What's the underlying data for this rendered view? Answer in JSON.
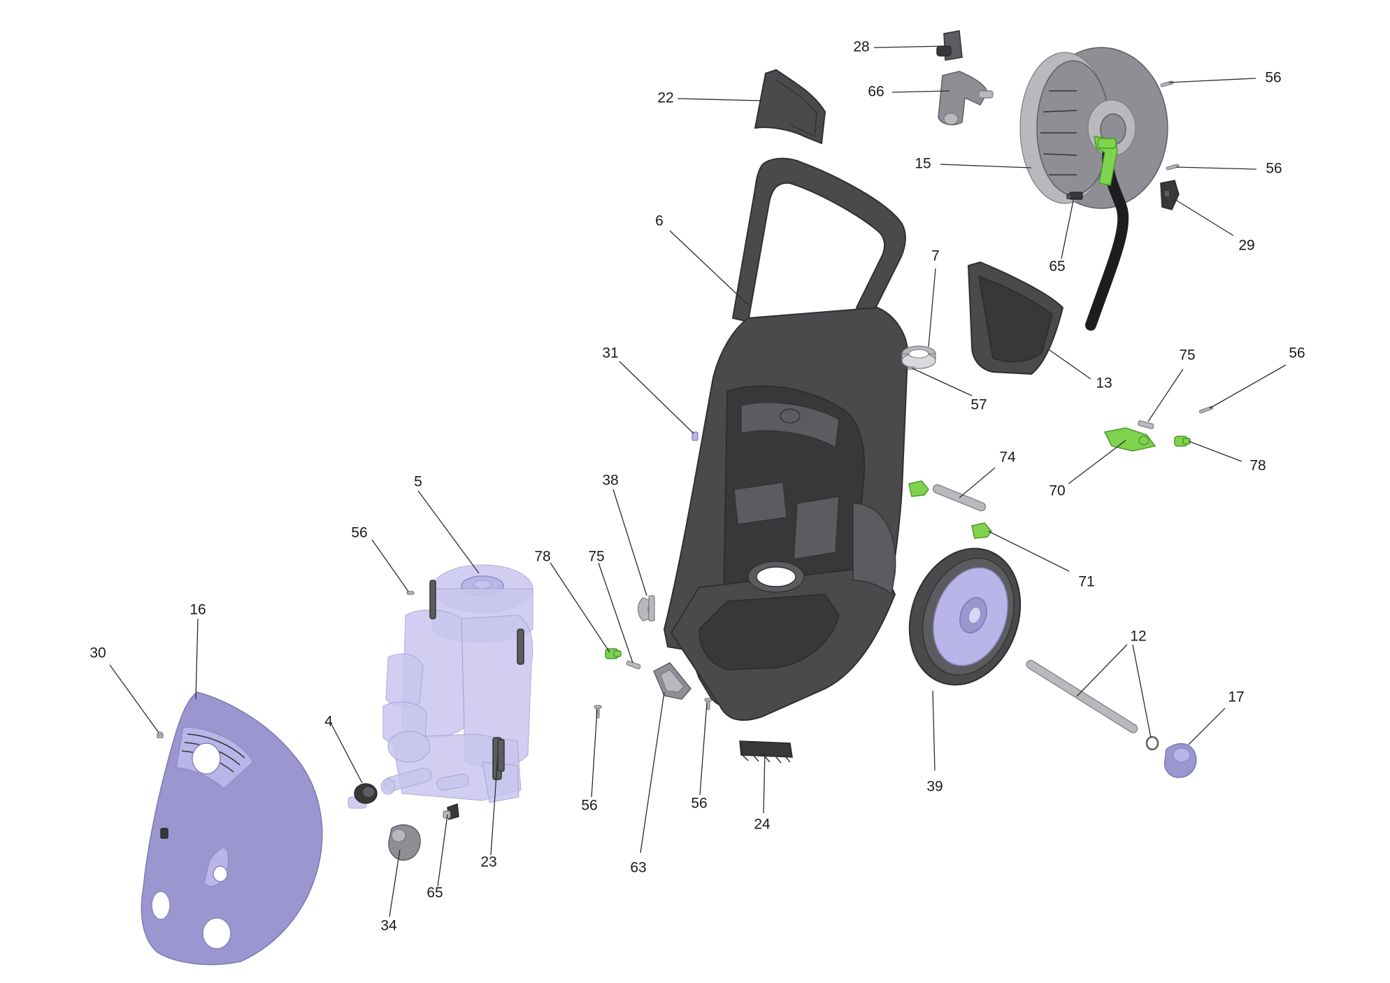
{
  "parts": [
    {
      "id": "p30",
      "label": "30"
    },
    {
      "id": "p16",
      "label": "16"
    },
    {
      "id": "p4",
      "label": "4"
    },
    {
      "id": "p34",
      "label": "34"
    },
    {
      "id": "p65a",
      "label": "65"
    },
    {
      "id": "p23",
      "label": "23"
    },
    {
      "id": "p56a",
      "label": "56"
    },
    {
      "id": "p5",
      "label": "5"
    },
    {
      "id": "p78a",
      "label": "78"
    },
    {
      "id": "p75a",
      "label": "75"
    },
    {
      "id": "p38",
      "label": "38"
    },
    {
      "id": "p56b",
      "label": "56"
    },
    {
      "id": "p63",
      "label": "63"
    },
    {
      "id": "p56c",
      "label": "56"
    },
    {
      "id": "p24",
      "label": "24"
    },
    {
      "id": "p31",
      "label": "31"
    },
    {
      "id": "p6",
      "label": "6"
    },
    {
      "id": "p22",
      "label": "22"
    },
    {
      "id": "p28",
      "label": "28"
    },
    {
      "id": "p66",
      "label": "66"
    },
    {
      "id": "p15",
      "label": "15"
    },
    {
      "id": "p65b",
      "label": "65"
    },
    {
      "id": "p56d",
      "label": "56"
    },
    {
      "id": "p56e",
      "label": "56"
    },
    {
      "id": "p29",
      "label": "29"
    },
    {
      "id": "p7",
      "label": "7"
    },
    {
      "id": "p57",
      "label": "57"
    },
    {
      "id": "p13",
      "label": "13"
    },
    {
      "id": "p75b",
      "label": "75"
    },
    {
      "id": "p56f",
      "label": "56"
    },
    {
      "id": "p70",
      "label": "70"
    },
    {
      "id": "p78b",
      "label": "78"
    },
    {
      "id": "p74",
      "label": "74"
    },
    {
      "id": "p71",
      "label": "71"
    },
    {
      "id": "p39",
      "label": "39"
    },
    {
      "id": "p12",
      "label": "12"
    },
    {
      "id": "p17",
      "label": "17"
    }
  ],
  "colors": {
    "frame": "#4a4a4d",
    "housing": "#9b96cf",
    "accent_green": "#7fd34e",
    "reel": "#8e8e94"
  }
}
